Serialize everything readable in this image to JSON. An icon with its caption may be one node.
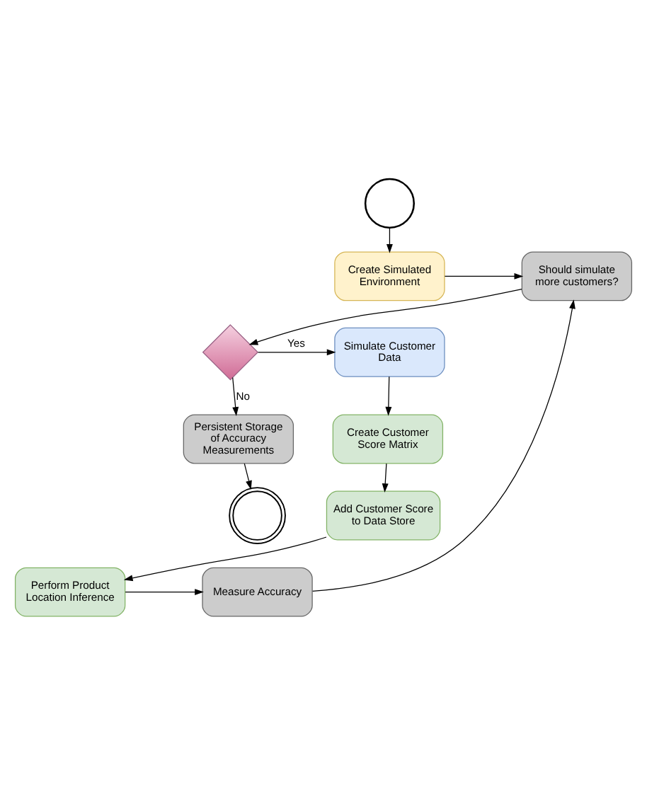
{
  "diagram": {
    "nodes": [
      {
        "text": [],
        "shape": "circle"
      },
      {
        "text": [
          "Create Simulated Environment"
        ]
      },
      {
        "text": [
          "Should simulate more customers?"
        ]
      },
      {
        "text": [
          "Simulate Customer Data"
        ]
      },
      {
        "text": [],
        "shape": "diamond"
      },
      {
        "text": [
          "Create Customer Score Matrix"
        ]
      },
      {
        "text": [
          "Persistent Storage of Accuracy Measurements"
        ]
      },
      {
        "text": [
          "Add Customer Score to Data Store"
        ]
      },
      {
        "text": [],
        "shape": "circle"
      },
      {
        "text": [
          "Perform Product Location Inference"
        ]
      },
      {
        "text": [
          "Measure Accuracy"
        ]
      }
    ],
    "edges": [
      {
        "from": 0,
        "to": 1,
        "arrow": "to"
      },
      {
        "from": 1,
        "to": 2,
        "arrow": "to"
      },
      {
        "from": 2,
        "to": 4,
        "arrow": "to"
      },
      {
        "from": 4,
        "to": 3,
        "arrow": "to",
        "label": "Yes"
      },
      {
        "from": 4,
        "to": 6,
        "arrow": "to",
        "label": "No"
      },
      {
        "from": 6,
        "to": 8,
        "arrow": "to"
      },
      {
        "from": 3,
        "to": 5,
        "arrow": "to"
      },
      {
        "from": 5,
        "to": 7,
        "arrow": "to"
      },
      {
        "from": 7,
        "to": 9,
        "arrow": "to"
      },
      {
        "from": 9,
        "to": 10,
        "arrow": "to"
      },
      {
        "from": 10,
        "to": 2,
        "arrow": "to"
      }
    ]
  }
}
